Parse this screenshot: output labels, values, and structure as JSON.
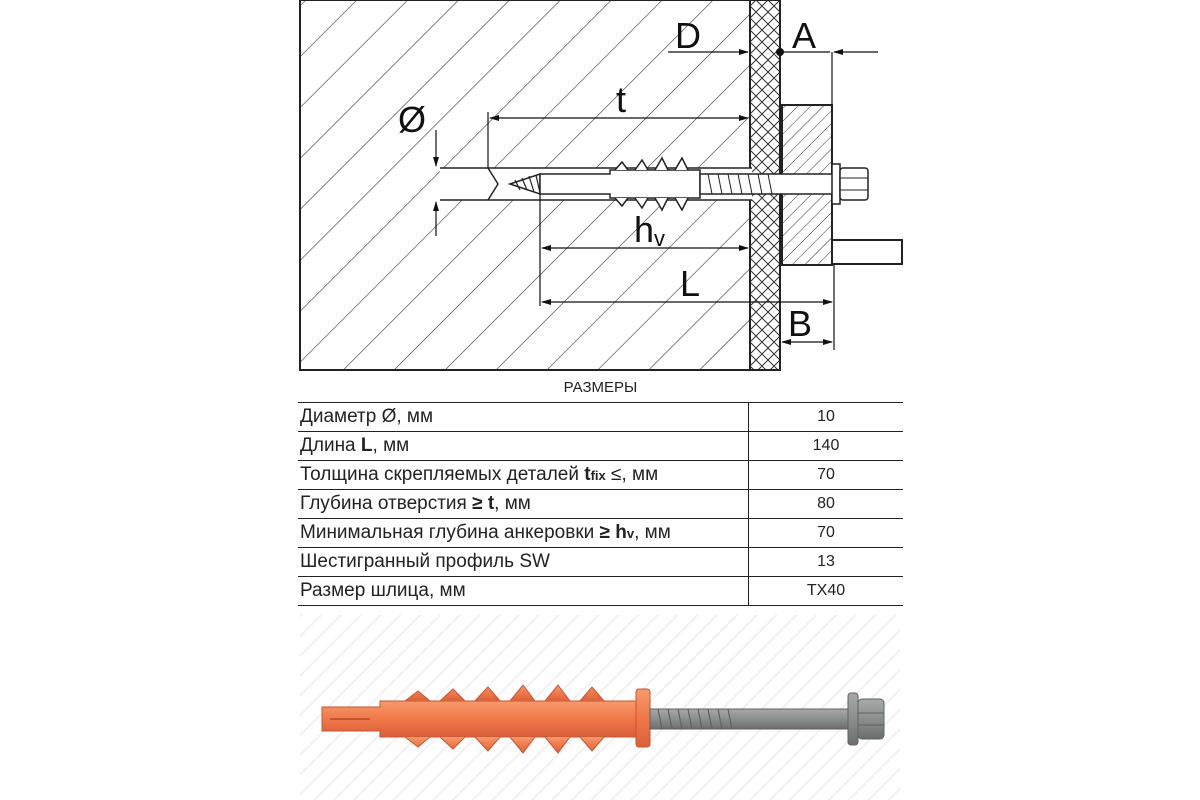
{
  "diagram": {
    "labels": {
      "d": "D",
      "a": "A",
      "diameter": "Ø",
      "t": "t",
      "hv_h": "h",
      "hv_v": "v",
      "l": "L",
      "b": "B"
    }
  },
  "specs": {
    "title": "РАЗМЕРЫ",
    "rows": [
      {
        "pre": "Диаметр Ø, мм",
        "bold": "",
        "sub": "",
        "post": "",
        "value": "10"
      },
      {
        "pre": "Длина ",
        "bold": "L",
        "sub": "",
        "post": ", мм",
        "value": "140"
      },
      {
        "pre": "Толщина скрепляемых деталей ",
        "bold": "t",
        "sub": "fix",
        "post": " ≤, мм",
        "value": "70"
      },
      {
        "pre": "Глубина отверстия ",
        "bold": "≥ t",
        "sub": "",
        "post": ", мм",
        "value": "80"
      },
      {
        "pre": "Минимальная глубина анкеровки ",
        "bold": "≥ h",
        "sub": "v",
        "post": ", мм",
        "value": "70"
      },
      {
        "pre": "Шестигранный профиль SW",
        "bold": "",
        "sub": "",
        "post": "",
        "value": "13"
      },
      {
        "pre": "Размер шлица, мм",
        "bold": "",
        "sub": "",
        "post": "",
        "value": "TX40"
      }
    ]
  },
  "colors": {
    "anchor_orange": "#f0784a",
    "screw_grey": "#8a8e8c",
    "line": "#222222"
  }
}
